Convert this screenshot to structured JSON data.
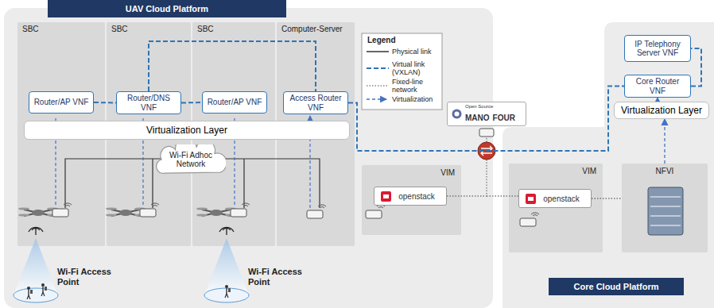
{
  "diagram": {
    "nodes": [
      {
        "text": [
          "UAV Cloud Platform"
        ]
      },
      {
        "text": [
          "SBC"
        ],
        "in": 0
      },
      {
        "text": [
          "Router/AP VNF"
        ],
        "in": 1
      },
      {
        "text": [
          "SBC"
        ],
        "in": 0
      },
      {
        "text": [
          "Router/DNS VNF"
        ],
        "in": 3
      },
      {
        "text": [
          "SBC"
        ],
        "in": 0
      },
      {
        "text": [
          "Router/AP VNF"
        ],
        "in": 5
      },
      {
        "text": [
          "Computer-Server"
        ],
        "in": 0
      },
      {
        "text": [
          "Access Router VNF"
        ],
        "in": 7
      },
      {
        "text": [
          "Virtualization Layer"
        ],
        "in": 0
      },
      {
        "text": [
          "Wi-Fi Adhoc Network"
        ],
        "in": 0
      },
      {
        "text": [
          "VIM"
        ],
        "in": 0
      },
      {
        "text": [
          "openstack"
        ],
        "in": 11
      },
      {
        "text": [
          "Open Source",
          "MANO",
          "FOUR"
        ]
      },
      {
        "text": [
          "Core Cloud Platform"
        ]
      },
      {
        "text": [
          "IP Telephony Server VNF"
        ],
        "in": 14
      },
      {
        "text": [
          "Core Router VNF"
        ],
        "in": 14
      },
      {
        "text": [
          "Virtualization Layer"
        ],
        "in": 14
      },
      {
        "text": [
          "VIM"
        ],
        "in": 14
      },
      {
        "text": [
          "openstack"
        ],
        "in": 18
      },
      {
        "text": [
          "NFVI"
        ],
        "in": 14
      }
    ],
    "edges": [
      {
        "from": 2,
        "to": 4,
        "arrow": "none"
      },
      {
        "from": 4,
        "to": 6,
        "arrow": "none"
      },
      {
        "from": 4,
        "to": 8,
        "arrow": "none"
      },
      {
        "from": 8,
        "to": 16,
        "arrow": "none"
      },
      {
        "from": 16,
        "to": 15,
        "arrow": "none"
      },
      {
        "from": 17,
        "to": 16,
        "arrow": "to"
      },
      {
        "from": 20,
        "to": 17,
        "arrow": "to"
      },
      {
        "from": 19,
        "to": 20,
        "arrow": "none"
      }
    ],
    "labels": [
      "Legend",
      "Wi-Fi Access Point",
      "Wi-Fi Access Point"
    ],
    "legend": [
      {
        "text": "Physical link"
      },
      {
        "text": "Virtual link (VXLAN)"
      },
      {
        "text": "Fixed-line network"
      },
      {
        "text": "Virtualization"
      }
    ]
  }
}
